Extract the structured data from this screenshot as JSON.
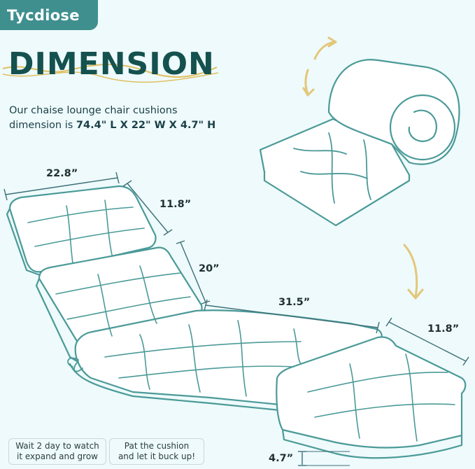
{
  "brand": {
    "name": "Tycdiose"
  },
  "title": "DIMENSION",
  "description": {
    "line1": "Our chaise lounge chair cushions",
    "line2_prefix": "dimension is ",
    "line2_bold": "74.4\" L X 22\" W X 4.7\" H"
  },
  "dimensions": {
    "top_width": "22.8”",
    "head_length": "11.8”",
    "back_length": "20”",
    "seat_length": "31.5”",
    "foot_length": "11.8”",
    "thickness": "4.7”"
  },
  "notes": [
    {
      "line1": "Wait 2 day to watch",
      "line2": "it expand and grow"
    },
    {
      "line1": "Pat the cushion",
      "line2": "and let it buck up!"
    }
  ],
  "colors": {
    "background": "#eefafb",
    "teal": "#4a9a98",
    "dark_teal": "#14514f",
    "gold_arrow": "#e3c779"
  }
}
